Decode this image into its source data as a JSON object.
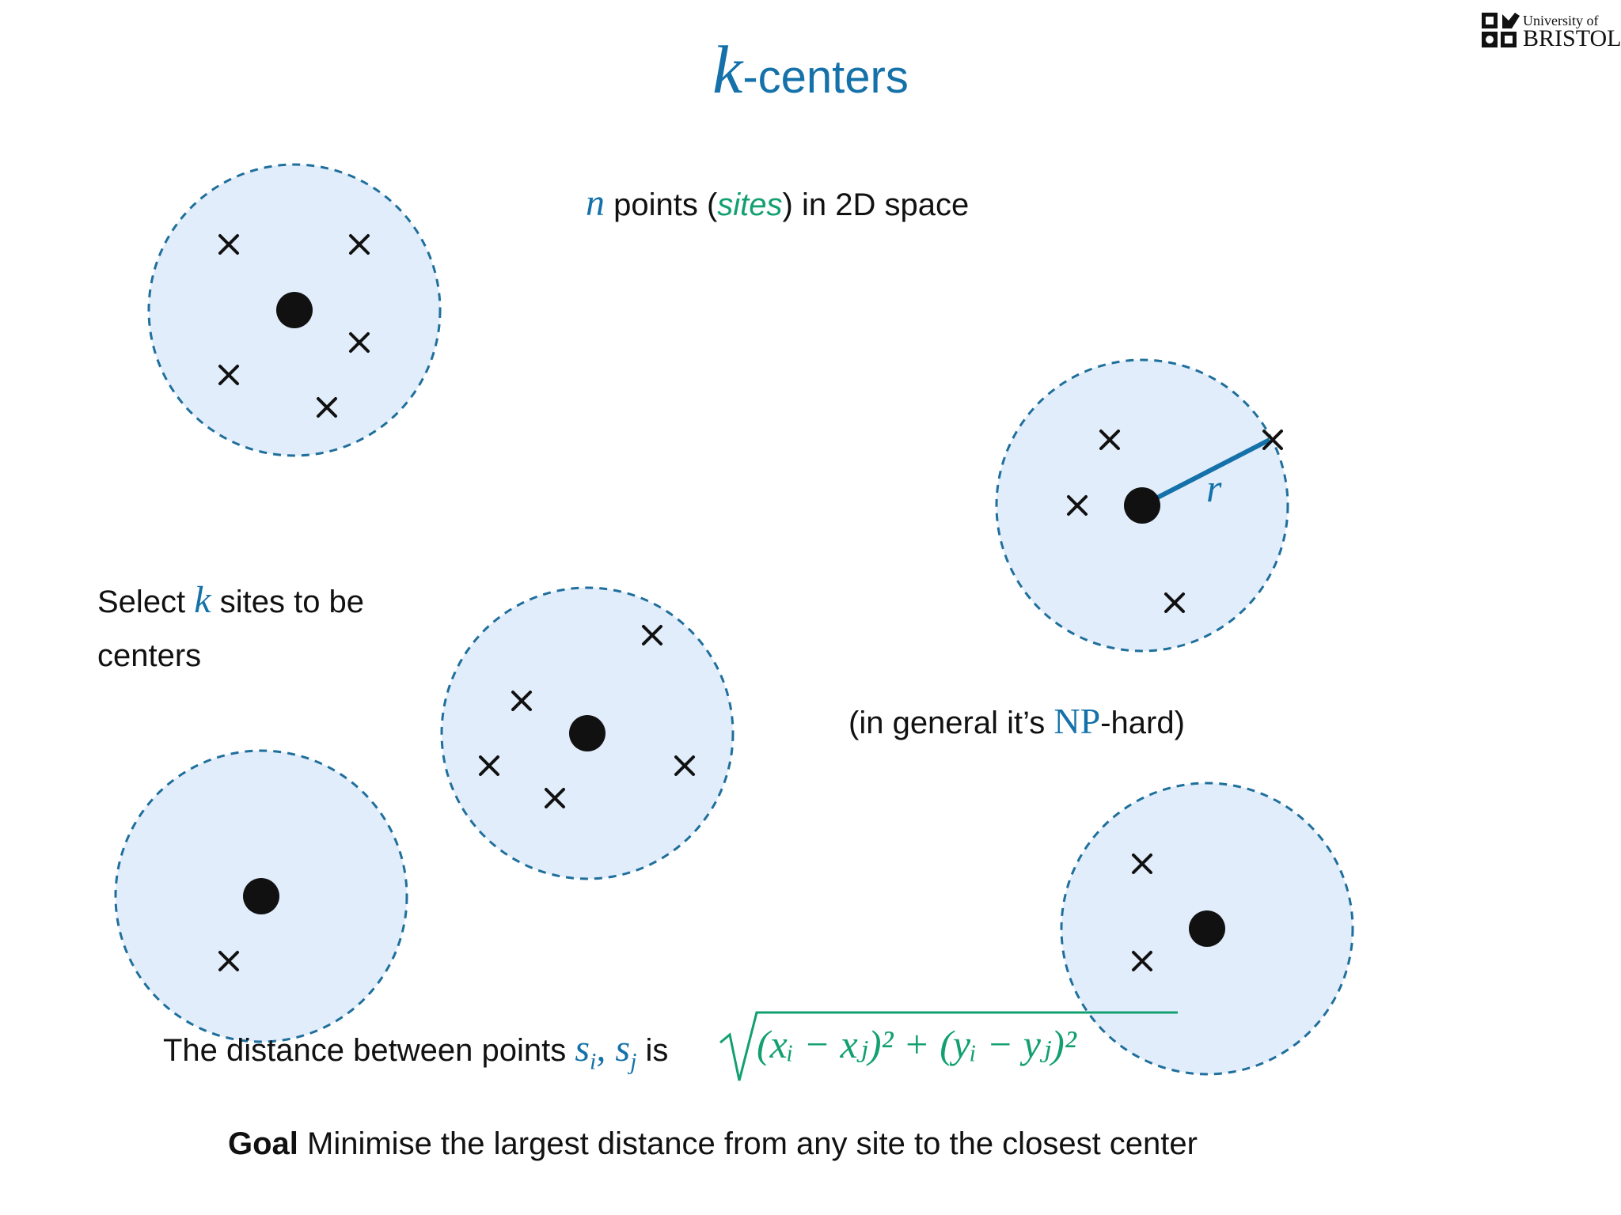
{
  "logo": {
    "line1": "University of",
    "line2": "BRISTOL"
  },
  "title": {
    "var": "k",
    "rest": "-centers"
  },
  "intro": {
    "var": "n",
    "text1": " points (",
    "emph": "sites",
    "text2": ") in 2D space"
  },
  "select": {
    "text1": "Select ",
    "var": "k",
    "text2": " sites to be",
    "line2": "centers"
  },
  "nphard": {
    "text1": "(in general it’s ",
    "np": "NP",
    "text2": "-hard)"
  },
  "distance": {
    "text1": "The distance between points ",
    "s_i": "s",
    "sub_i": "i",
    "comma": ", ",
    "s_j": "s",
    "sub_j": "j",
    "is": " is ",
    "formula": "(xᵢ − xⱼ)² + (yᵢ − yⱼ)²"
  },
  "goal": {
    "label": "Goal",
    "text": " Minimise the largest distance from any site to the closest center"
  },
  "diagram": {
    "radius_label": "r",
    "colors": {
      "fill": "#e1edfb",
      "stroke": "#1f6f9c",
      "radius": "#1471a9",
      "mark": "#111111"
    },
    "clusters": [
      {
        "name": "cluster-top-left",
        "sites": 5
      },
      {
        "name": "cluster-right",
        "sites": 4
      },
      {
        "name": "cluster-middle",
        "sites": 5
      },
      {
        "name": "cluster-bottom-left",
        "sites": 1
      },
      {
        "name": "cluster-bottom-right",
        "sites": 2
      }
    ]
  }
}
